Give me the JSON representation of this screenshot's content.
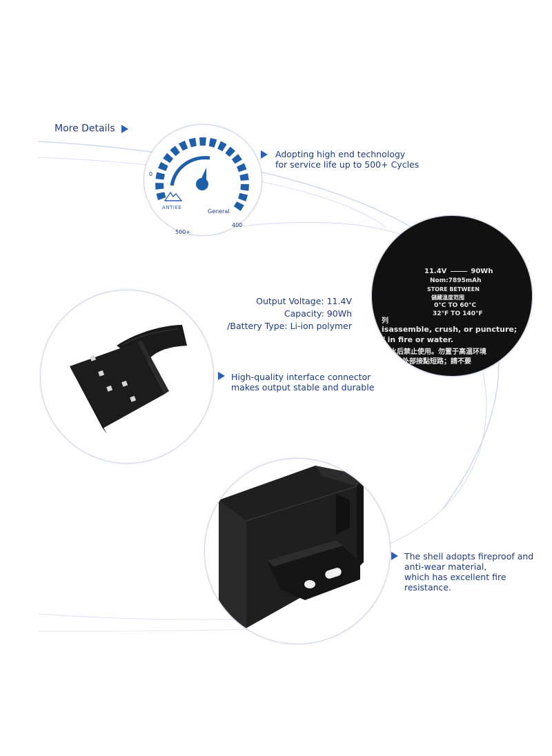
{
  "more_details": {
    "label": "More Details"
  },
  "gauge": {
    "brand": "ANTIEE",
    "scale_zero": "0",
    "scale_500": "500+",
    "scale_400": "400",
    "general": "General",
    "accent": "#1f5ea8"
  },
  "features": {
    "cycles": {
      "line1": "Adopting high end technology",
      "line2": "for service life up to 500+ Cycles"
    },
    "specs": {
      "voltage": "Output Voltage: 11.4V",
      "capacity": "Capacity: 90Wh",
      "type": "/Battery Type: Li-ion polymer"
    },
    "connector": {
      "line1": "High-quality interface connector",
      "line2": "makes output stable and durable"
    },
    "shell": {
      "line1": "The shell adopts fireproof and",
      "line2": "anti-wear material,",
      "line3": "which has excellent fire resistance."
    }
  },
  "battery_label": {
    "volt": "11.4V",
    "wh": "90Wh",
    "nom": "Nom:7895mAh",
    "store": "STORE BETWEEN",
    "cn1": "儲藏溫度范围",
    "temp_c": "0°C TO 60°C",
    "temp_f": "32°F TO 140°F",
    "partial_cn": "列",
    "warn1": "isassemble, crush, or puncture;",
    "warn2": "f in fire or water.",
    "cn2": "浸水后禁止使用。勿置于高温环境",
    "cn3": "電池外部接點短路；請不要"
  }
}
